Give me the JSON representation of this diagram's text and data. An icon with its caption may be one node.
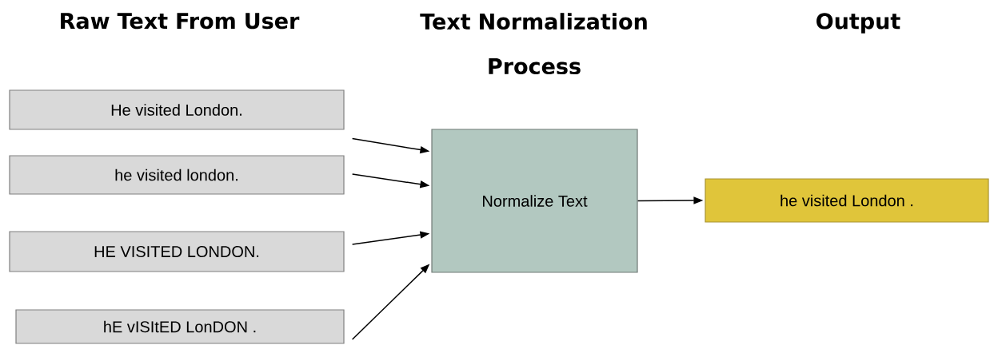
{
  "diagram": {
    "nodes": [
      {
        "text": [
          "He visited London."
        ]
      },
      {
        "text": [
          "he visited london."
        ]
      },
      {
        "text": [
          "HE VISITED LONDON."
        ]
      },
      {
        "text": [
          "hE vISItED LonDON  ."
        ]
      },
      {
        "text": [
          "Normalize Text"
        ]
      },
      {
        "text": [
          "he visited London ."
        ]
      }
    ],
    "edges": [
      {
        "from": 0,
        "to": 4,
        "arrow": "to"
      },
      {
        "from": 1,
        "to": 4,
        "arrow": "to"
      },
      {
        "from": 2,
        "to": 4,
        "arrow": "to"
      },
      {
        "from": 3,
        "to": 4,
        "arrow": "to"
      },
      {
        "from": 4,
        "to": 5,
        "arrow": "to"
      }
    ],
    "labels": [
      "Raw Text From User",
      "Text Normalization Process",
      "Output"
    ]
  }
}
